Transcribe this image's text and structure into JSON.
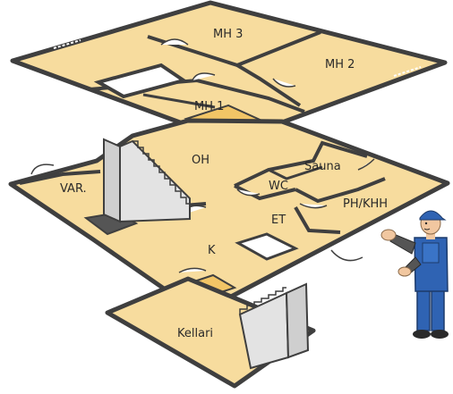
{
  "floors": {
    "upper": {
      "rooms": {
        "mh3": "MH 3",
        "mh2": "MH 2",
        "mh1": "MH 1"
      }
    },
    "ground": {
      "rooms": {
        "oh": "OH",
        "sauna": "Sauna",
        "wc": "WC",
        "var": "VAR.",
        "ph_khh": "PH/KHH",
        "et": "ET",
        "k": "K"
      }
    },
    "basement": {
      "rooms": {
        "kellari": "Kellari"
      }
    }
  },
  "colors": {
    "floor": "#f7dc9e",
    "wall": "#3f3f3f",
    "highlight": "#f2c566",
    "stair": "#d9d9d9",
    "worker_overalls": "#2f63b3",
    "worker_skin": "#f1c7a0"
  },
  "icons": {
    "worker": "construction-worker-figure"
  }
}
